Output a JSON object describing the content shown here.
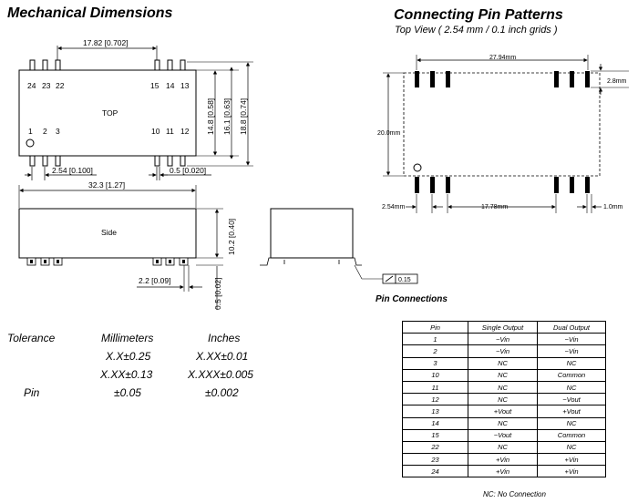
{
  "titles": {
    "mechanical": "Mechanical Dimensions",
    "connecting": "Connecting Pin Patterns",
    "topview": "Top View ( 2.54 mm / 0.1 inch grids )",
    "pin_connections": "Pin Connections"
  },
  "top_view": {
    "label": "TOP",
    "pins_top": [
      "24",
      "23",
      "22",
      "15",
      "14",
      "13"
    ],
    "pins_bottom": [
      "1",
      "2",
      "3",
      "10",
      "11",
      "12"
    ],
    "dim_width_top": "17.82 [0.702]",
    "dim_pitch": "2.54 [0.100]",
    "dim_pin": "0.5 [0.020]",
    "dim_h1": "14.8 [0.58]",
    "dim_h2": "16.1 [0.63]",
    "dim_h3": "18.8 [0.74]"
  },
  "side_view": {
    "label": "Side",
    "dim_length": "32.3 [1.27]",
    "dim_height": "10.2 [0.40]",
    "dim_standoff": "2.2 [0.09]",
    "dim_pin_thick": "0.5 [0.02]",
    "flatness": "0.15"
  },
  "pattern": {
    "dim_length": "27.94mm",
    "dim_height": "20.0mm",
    "dim_pinlen": "2.8mm",
    "dim_pitch": "2.54mm",
    "dim_gap": "17.78mm",
    "dim_pin": "1.0mm"
  },
  "tolerance": {
    "label": "Tolerance",
    "col_mm": "Millimeters",
    "col_in": "Inches",
    "rows": [
      {
        "label": "",
        "mm": "X.X±0.25",
        "in": "X.XX±0.01"
      },
      {
        "label": "",
        "mm": "X.XX±0.13",
        "in": "X.XXX±0.005"
      },
      {
        "label": "Pin",
        "mm": "±0.05",
        "in": "±0.002"
      }
    ]
  },
  "pin_table": {
    "headers": [
      "Pin",
      "Single Output",
      "Dual Output"
    ],
    "rows": [
      [
        "1",
        "−Vin",
        "−Vin"
      ],
      [
        "2",
        "−Vin",
        "−Vin"
      ],
      [
        "3",
        "NC",
        "NC"
      ],
      [
        "10",
        "NC",
        "Common"
      ],
      [
        "11",
        "NC",
        "NC"
      ],
      [
        "12",
        "NC",
        "−Vout"
      ],
      [
        "13",
        "+Vout",
        "+Vout"
      ],
      [
        "14",
        "NC",
        "NC"
      ],
      [
        "15",
        "−Vout",
        "Common"
      ],
      [
        "22",
        "NC",
        "NC"
      ],
      [
        "23",
        "+Vin",
        "+Vin"
      ],
      [
        "24",
        "+Vin",
        "+Vin"
      ]
    ],
    "footnote": "NC: No Connection"
  }
}
